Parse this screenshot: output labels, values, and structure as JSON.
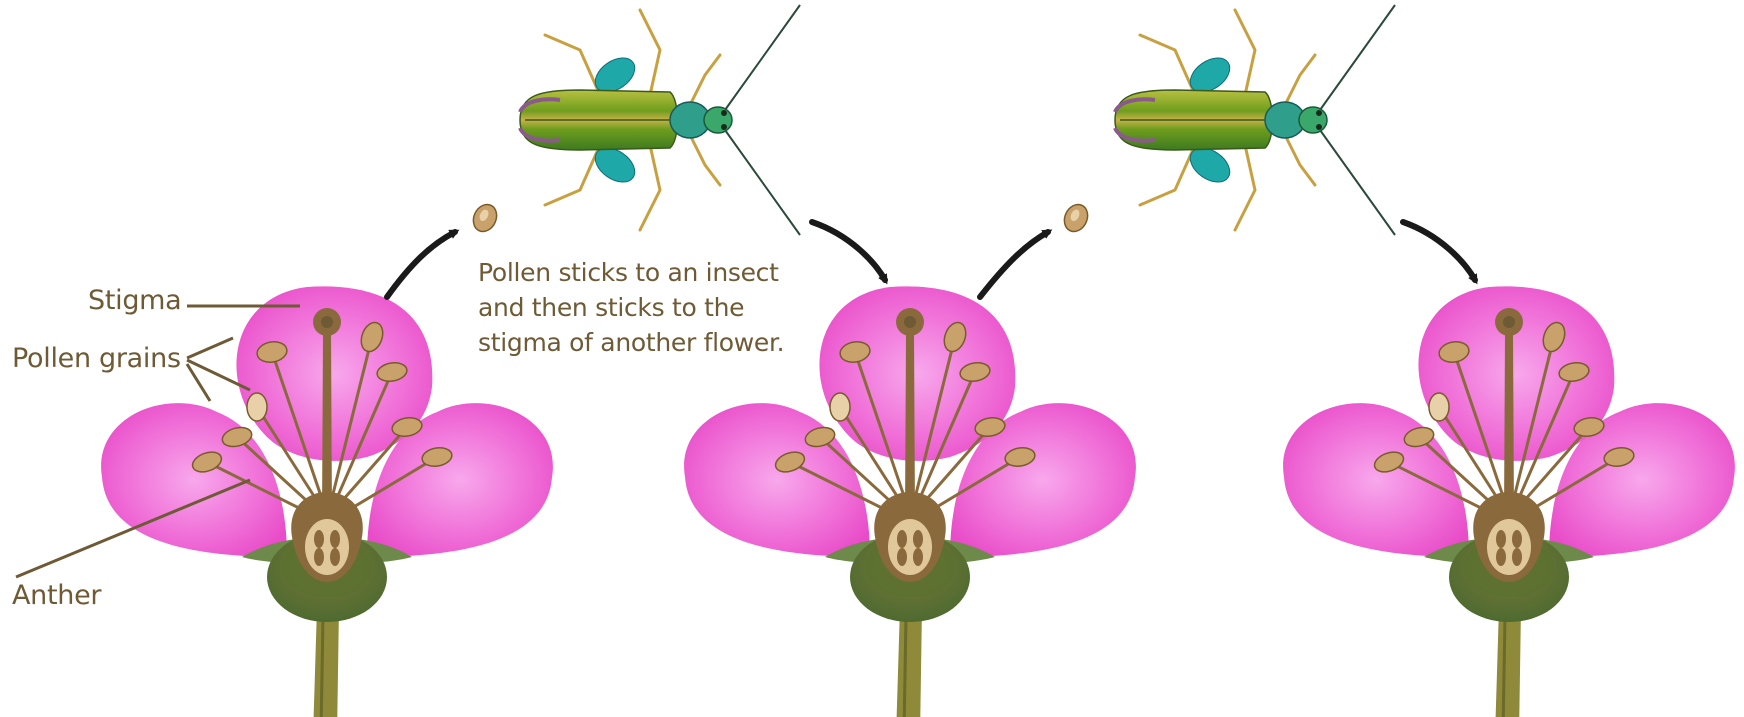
{
  "labels": {
    "stigma": "Stigma",
    "pollen_grains": "Pollen grains",
    "anther": "Anther"
  },
  "caption": {
    "line1": "Pollen sticks to an insect",
    "line2": "and then sticks to the",
    "line3": "stigma of another flower."
  },
  "colors": {
    "label_text": "#6e5a35",
    "petal": "#f070d8",
    "stamen": "#8a6a3c",
    "pollen": "#c8a26a",
    "sepal": "#6e8a4a",
    "arrow": "#1a1a1a",
    "beetle_body": "#7a9a20",
    "beetle_legs": "#1fa8a8"
  },
  "icons": {
    "flower": "flower-icon",
    "beetle": "beetle-icon",
    "pollen": "pollen-grain-icon",
    "arrow": "curved-arrow-icon"
  }
}
